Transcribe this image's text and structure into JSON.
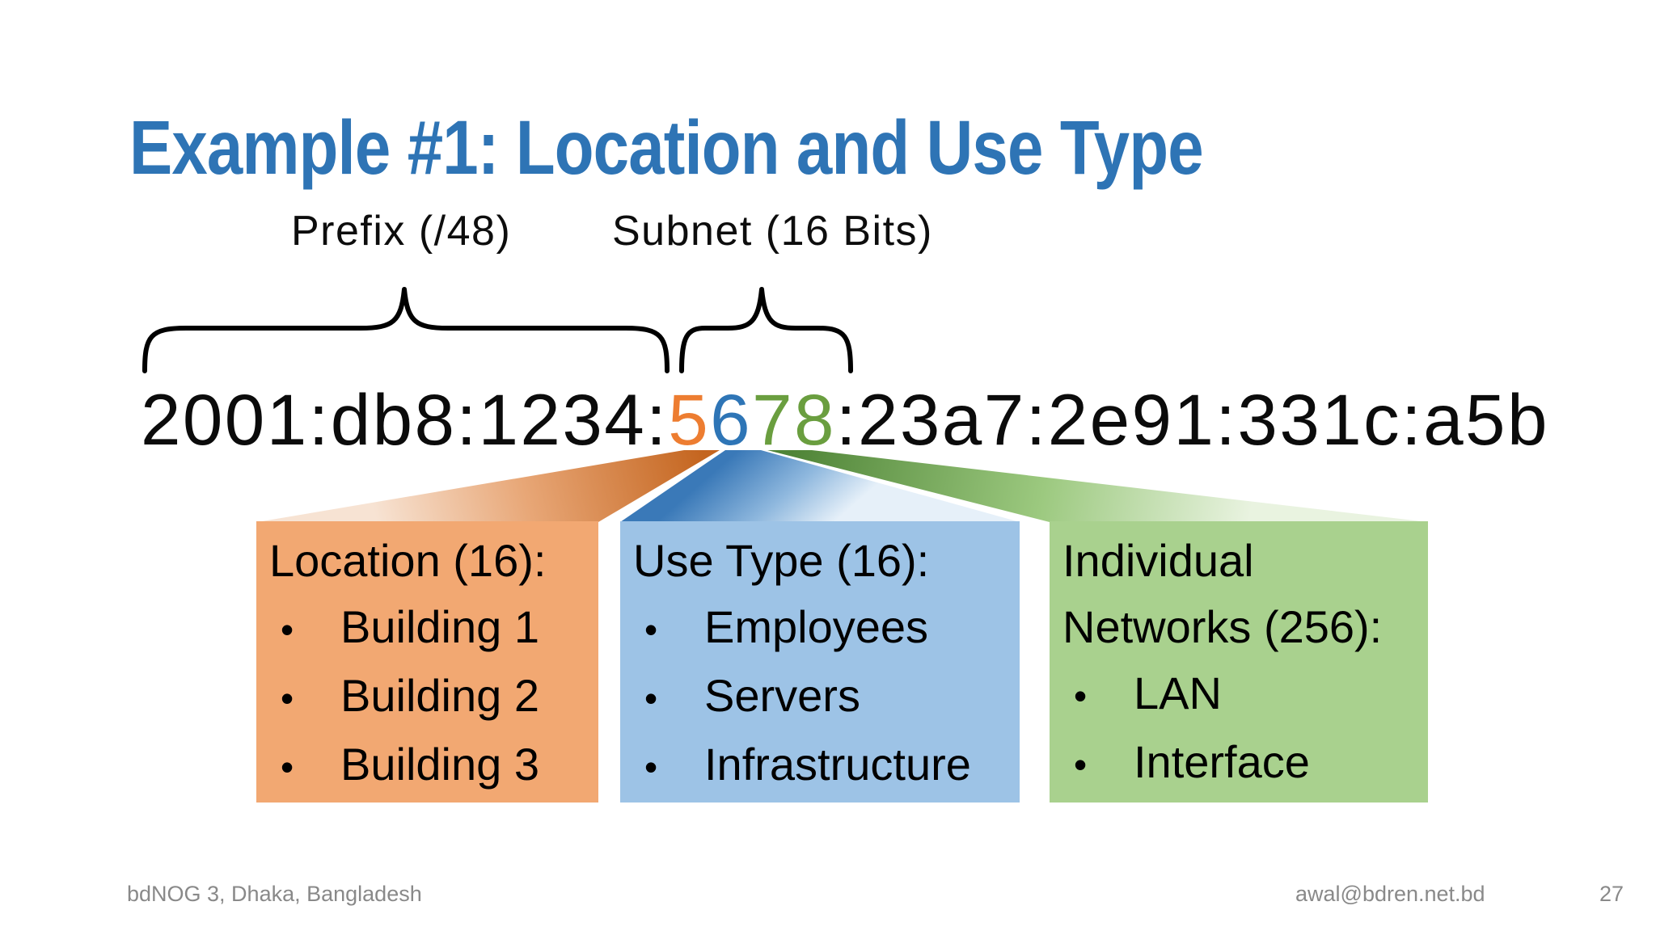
{
  "title": "Example #1: Location and Use Type",
  "annotations": {
    "prefix_label": "Prefix (/48)",
    "subnet_label": "Subnet (16 Bits)"
  },
  "address": {
    "prefix_part": "2001:db8:1234:",
    "location_digit": "5",
    "usetype_digit": "6",
    "network_digits": "78",
    "interface_part": ":23a7:2e91:331c:a5b"
  },
  "boxes": [
    {
      "title": "Location (16):",
      "items": [
        "Building 1",
        "Building 2",
        "Building 3"
      ],
      "fill": "#F2A872",
      "accent": "#ED7D31"
    },
    {
      "title": "Use Type (16):",
      "items": [
        "Employees",
        "Servers",
        "Infrastructure"
      ],
      "fill": "#9DC3E6",
      "accent": "#2E75B6"
    },
    {
      "title": "Individual Networks (256):",
      "items": [
        "LAN",
        "Interface"
      ],
      "fill": "#A9D18E",
      "accent": "#6A9E3F"
    }
  ],
  "footer": {
    "venue": "bdNOG 3, Dhaka, Bangladesh",
    "email": "awal@bdren.net.bd",
    "page_number": "27"
  },
  "colors": {
    "title_blue": "#2E74B5",
    "location_orange": "#ED7D31",
    "usetype_blue": "#2E75B6",
    "network_green": "#6A9E3F",
    "brace_black": "#000000",
    "footer_gray": "#898989",
    "text_black": "#0b0b0b"
  },
  "ui": {
    "bullet": "•"
  }
}
